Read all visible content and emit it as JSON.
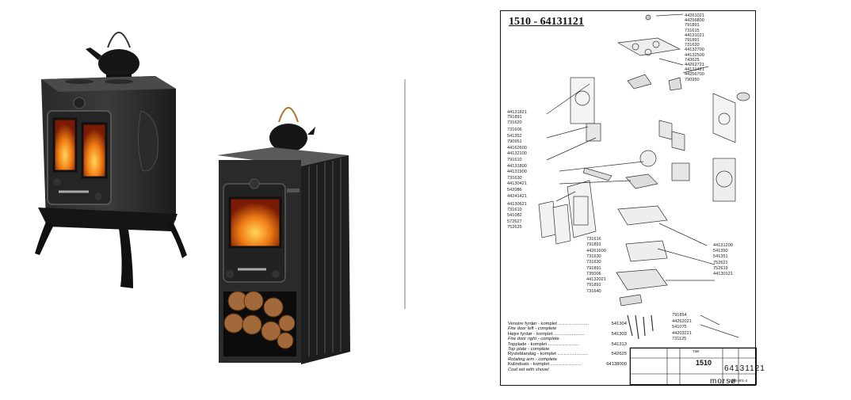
{
  "drawing": {
    "title": "1510 - 64131121",
    "part_numbers_top": [
      "44261021",
      "44256800",
      "791891",
      "731615",
      "44131021",
      "791891",
      "731620",
      "44132700",
      "44132500",
      "743625",
      "44262721",
      "44131421",
      "44256700",
      "790950"
    ],
    "part_numbers_left_a": [
      "44131821",
      "791891",
      "731620"
    ],
    "part_numbers_left_b": [
      "731606",
      "541352",
      "790951",
      "44162600",
      "44132100",
      "791610",
      "44131800",
      "44131900",
      "731630",
      "44130421",
      "542086",
      "44241421"
    ],
    "part_numbers_left_c": [
      "44130621",
      "731610",
      "541082",
      "572627",
      "752625"
    ],
    "part_numbers_mid": [
      "731616",
      "791891",
      "44261600",
      "731630",
      "731630",
      "791891",
      "735006",
      "44132021",
      "791891",
      "731640"
    ],
    "part_numbers_right": [
      "44131200",
      "541350",
      "541351",
      "752621",
      "752619",
      "44130121"
    ],
    "part_numbers_bottom": [
      "791854",
      "44262021",
      "541075",
      "44203221",
      "731125"
    ],
    "legend": [
      {
        "text": "Venstre fyrdør - komplet",
        "num": "541304",
        "italic": false
      },
      {
        "text": "Fire door left - complete",
        "num": "",
        "italic": true
      },
      {
        "text": "Højre fyrdør - komplet",
        "num": "541303",
        "italic": false
      },
      {
        "text": "Fire door right - complete",
        "num": "",
        "italic": true
      },
      {
        "text": "Topplade - komplet",
        "num": "541313",
        "italic": false
      },
      {
        "text": "Top plate - complete",
        "num": "",
        "italic": true
      },
      {
        "text": "Rysteblandag - komplet",
        "num": "542625",
        "italic": false
      },
      {
        "text": "Rotating arm - complete",
        "num": "",
        "italic": true
      },
      {
        "text": "Kulindsats - komplet",
        "num": "64138000",
        "italic": false
      },
      {
        "text": "Coal set with shovel",
        "num": "",
        "italic": true
      }
    ],
    "title_block": {
      "label_title": "Titel",
      "model": "1510",
      "drawing_no": "64131121",
      "brand": "morsø",
      "sheet_ref": "1300-501-4"
    }
  }
}
